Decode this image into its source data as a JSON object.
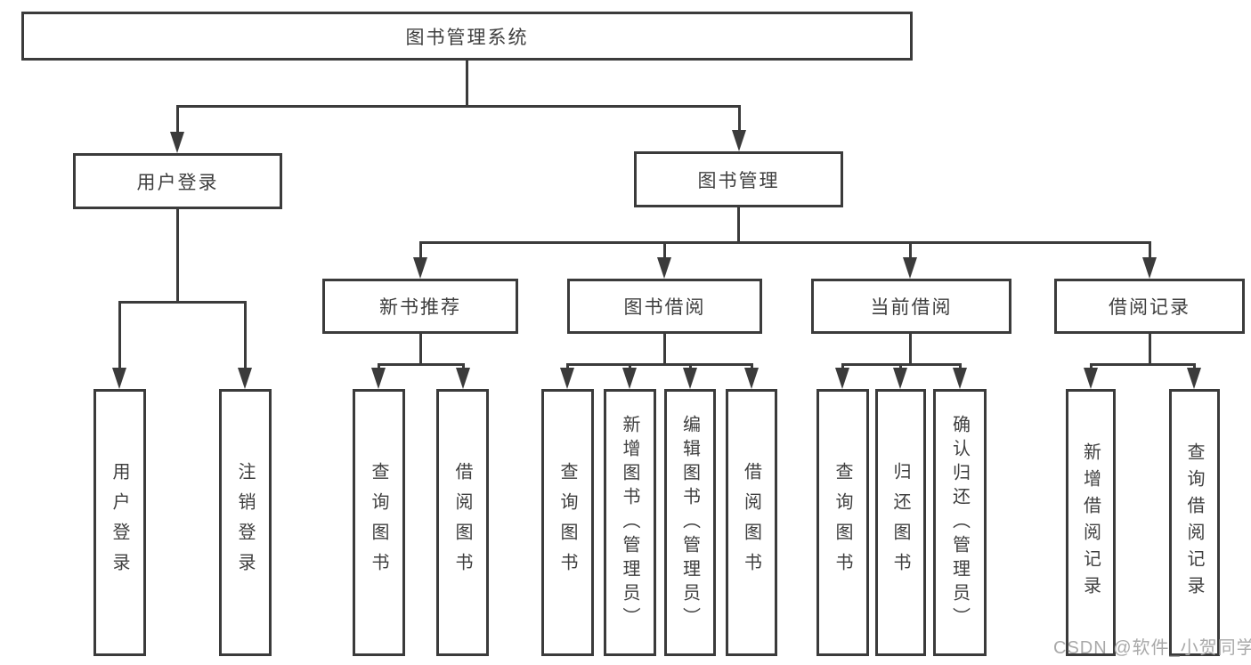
{
  "diagram": {
    "title": "图书管理系统",
    "branches": [
      {
        "label": "用户登录",
        "children": [
          {
            "label": "用户登录"
          },
          {
            "label": "注销登录"
          }
        ]
      },
      {
        "label": "图书管理",
        "children": [
          {
            "label": "新书推荐",
            "children": [
              {
                "label": "查询图书"
              },
              {
                "label": "借阅图书"
              }
            ]
          },
          {
            "label": "图书借阅",
            "children": [
              {
                "label": "查询图书"
              },
              {
                "label": "新增图书（管理员）"
              },
              {
                "label": "编辑图书（管理员）"
              },
              {
                "label": "借阅图书"
              }
            ]
          },
          {
            "label": "当前借阅",
            "children": [
              {
                "label": "查询图书"
              },
              {
                "label": "归还图书"
              },
              {
                "label": "确认归还（管理员）"
              }
            ]
          },
          {
            "label": "借阅记录",
            "children": [
              {
                "label": "新增借阅记录"
              },
              {
                "label": "查询借阅记录"
              }
            ]
          }
        ]
      }
    ]
  },
  "watermark": {
    "text": "CSDN @软件_小贺同学"
  },
  "colors": {
    "line": "#3b3b3b",
    "text": "#3f3f3f",
    "watermark": "#a9a9a9",
    "background": "#ffffff"
  }
}
